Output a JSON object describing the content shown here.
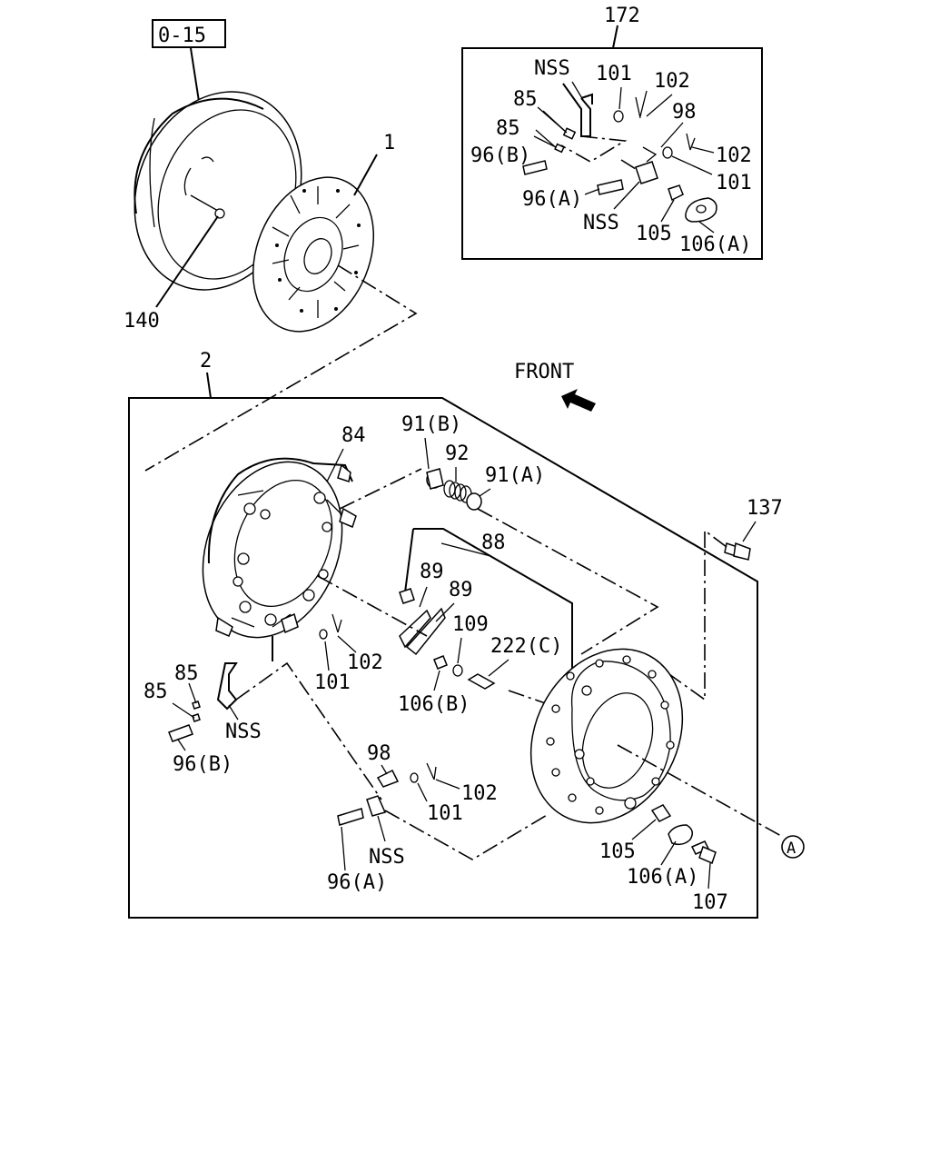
{
  "reference_box": "0-15",
  "front_label": "FRONT",
  "circle_ref": "A",
  "labels": {
    "l172": "172",
    "l1": "1",
    "l140": "140",
    "l2": "2",
    "l84": "84",
    "l91b": "91(B)",
    "l92": "92",
    "l91a": "91(A)",
    "l137": "137",
    "l88": "88",
    "l89a": "89",
    "l89b": "89",
    "l109": "109",
    "l222c": "222(C)",
    "l102m": "102",
    "l101m": "101",
    "l106b": "106(B)",
    "l85la": "85",
    "l85lb": "85",
    "lnssl": "NSS",
    "l96bl": "96(B)",
    "l98l": "98",
    "l102l": "102",
    "l101l": "101",
    "lnssl2": "NSS",
    "l96al": "96(A)",
    "l105l": "105",
    "l106al": "106(A)",
    "l107": "107",
    "i_nss1": "NSS",
    "i_101a": "101",
    "i_102a": "102",
    "i_85a": "85",
    "i_85b": "85",
    "i_98": "98",
    "i_96b": "96(B)",
    "i_102b": "102",
    "i_101b": "101",
    "i_96a": "96(A)",
    "i_nss2": "NSS",
    "i_105": "105",
    "i_106a": "106(A)"
  }
}
